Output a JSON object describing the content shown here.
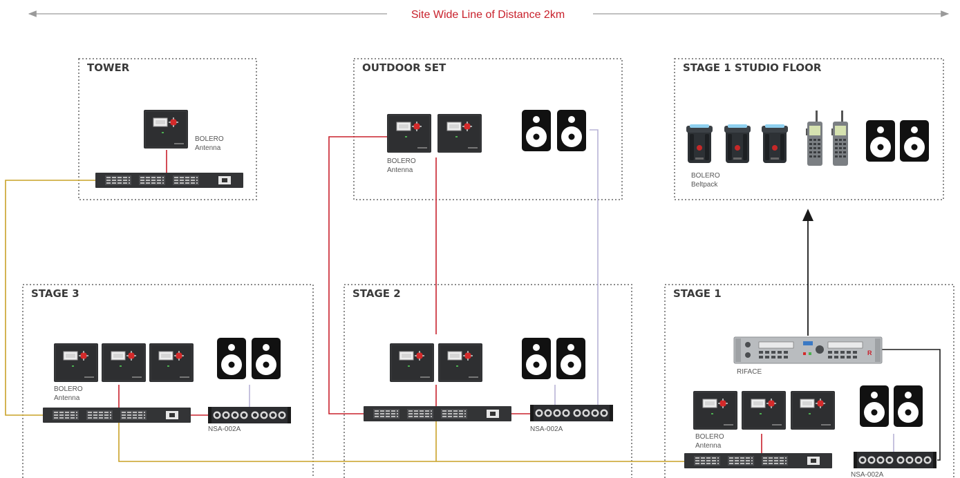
{
  "site_line": {
    "label": "Site Wide Line of Distance 2km"
  },
  "zones": {
    "tower": {
      "title": "TOWER"
    },
    "outdoor_set": {
      "title": "OUTDOOR SET"
    },
    "stage1_studio_floor": {
      "title": "STAGE 1 STUDIO FLOOR"
    },
    "stage3": {
      "title": "STAGE 3"
    },
    "stage2": {
      "title": "STAGE 2"
    },
    "stage1": {
      "title": "STAGE 1"
    }
  },
  "labels": {
    "bolero": "BOLERO",
    "antenna": "Antenna",
    "beltpack": "Beltpack",
    "nsa": "NSA-002A",
    "riface": "RIFACE"
  },
  "colors": {
    "accent_red": "#c8202b",
    "link_yellow": "#c9a227",
    "link_lavender": "#b7b3d6",
    "link_black": "#1a1a1a",
    "zone_border": "#8a8a8a"
  }
}
